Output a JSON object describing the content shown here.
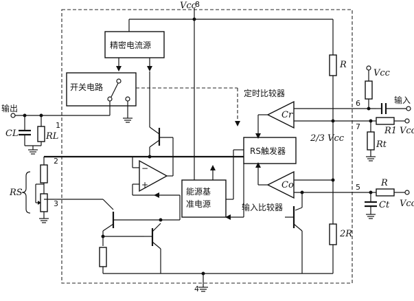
{
  "labels": {
    "vcc_top": "Vcc",
    "pin8": "8",
    "pin1": "1",
    "pin2": "2",
    "pin3": "3",
    "pin4": "4",
    "pin5": "5",
    "pin6": "6",
    "pin7": "7",
    "precision_current_source": "精密电流源",
    "switch_circuit": "开关电路",
    "timing_comparator": "定时比较器",
    "rs_trigger": "RS触发器",
    "energy_gap_reference": [
      "能源基",
      "准电源"
    ],
    "input_comparator": "输入比较器",
    "output": "输出",
    "input": "输入",
    "cl": "CL",
    "rl": "RL",
    "rs": "RS",
    "r_top": "R",
    "r_2r": "2R",
    "two_thirds_vcc": "2/3 Vcc",
    "c_comp": "Cr",
    "c0_comp": "Co",
    "r_right_top": "Vcc",
    "r1": "R1",
    "rt": "Rt",
    "vcc_r1": "Vcc",
    "r_pin5": "R",
    "ct": "Ct",
    "vcc_pin5": "Vcc"
  }
}
